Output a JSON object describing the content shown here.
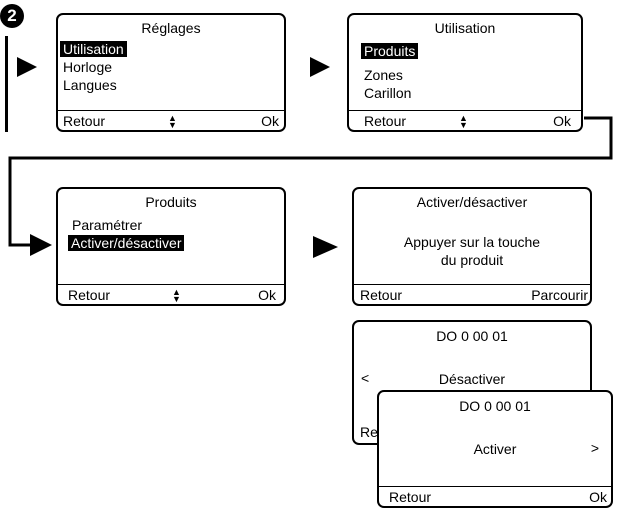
{
  "step_number": "2",
  "icons": {
    "updown": "updown-arrows-icon"
  },
  "screens": {
    "reglages": {
      "title": "Réglages",
      "items": [
        "Utilisation",
        "Horloge",
        "Langues"
      ],
      "left": "Retour",
      "right": "Ok"
    },
    "utilisation": {
      "title": "Utilisation",
      "items": [
        "Produits",
        "Zones",
        "Carillon"
      ],
      "left": "Retour",
      "right": "Ok"
    },
    "produits": {
      "title": "Produits",
      "items": [
        "Paramétrer",
        "Activer/désactiver"
      ],
      "left": "Retour",
      "right": "Ok"
    },
    "activer_desactiver": {
      "title": "Activer/désactiver",
      "message_line1": "Appuyer sur la touche",
      "message_line2": "du produit",
      "left": "Retour",
      "right": "Parcourir"
    },
    "do_desactiver": {
      "title": "DO 0 00 01",
      "prev": "<",
      "value": "Désactiver",
      "left_clipped": "Re"
    },
    "do_activer": {
      "title": "DO 0 00 01",
      "value": "Activer",
      "next": ">",
      "left": "Retour",
      "right": "Ok"
    }
  }
}
